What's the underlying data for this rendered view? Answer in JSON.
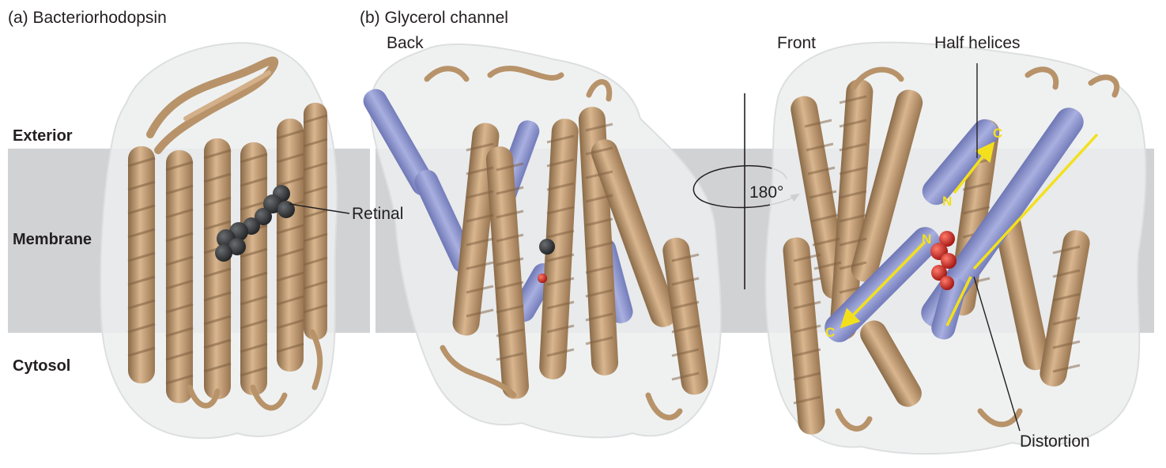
{
  "panels": {
    "a_title": "(a) Bacteriorhodopsin",
    "b_title": "(b) Glycerol channel"
  },
  "regions": {
    "exterior": "Exterior",
    "membrane": "Membrane",
    "cytosol": "Cytosol"
  },
  "views": {
    "back": "Back",
    "front": "Front",
    "rotation": "180°"
  },
  "annotations": {
    "retinal": "Retinal",
    "half_helices": "Half helices",
    "distortion": "Distortion"
  },
  "termini": {
    "n_upper": "N",
    "c_upper": "C",
    "n_lower": "N",
    "c_lower": "C"
  },
  "colors": {
    "membrane_band": "#d1d2d4",
    "helix_tan": "#c8a47c",
    "helix_tan_dark": "#8a6a48",
    "half_helix_blue": "#8f97cf",
    "retinal_dark": "#2f3234",
    "glycerol_red": "#d0201c",
    "arrow_yellow": "#f3e01c",
    "surface": "#e9eaec"
  }
}
